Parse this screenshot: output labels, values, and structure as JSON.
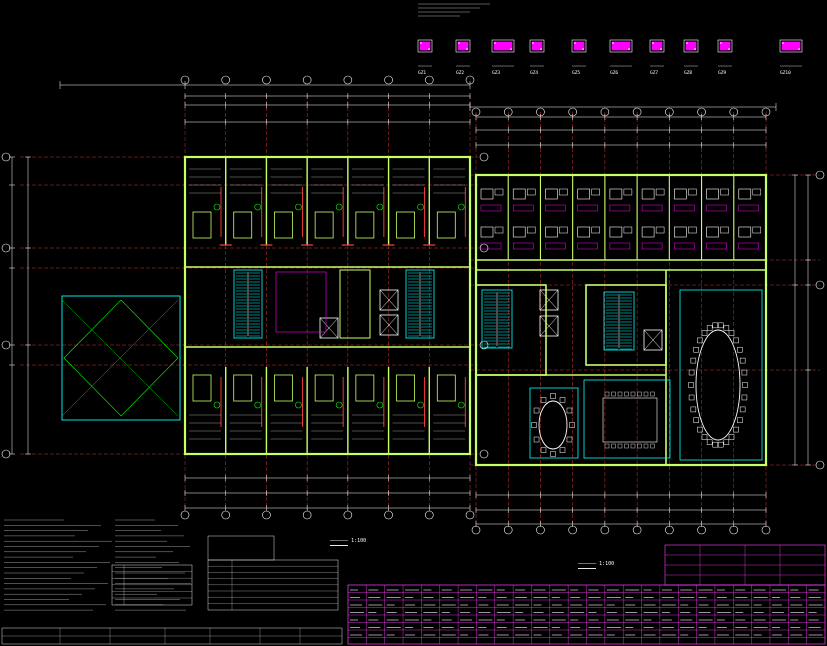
{
  "drawing": {
    "plan_titles": [
      {
        "id": "plan-left",
        "text": "1:100"
      },
      {
        "id": "plan-right",
        "text": "1:100"
      }
    ]
  },
  "colors": {
    "background": "#000000",
    "wall": "#c8ff64",
    "axis": "#00ff00",
    "grid": "#ff4040",
    "dimension": "#ffffff",
    "rebar": "#ff00ff",
    "furniture": "#ffffff",
    "glass": "#00ffff",
    "hatch_brick": "#ff8080",
    "note": "#e0e0e0",
    "table_line": "#ff40ff"
  },
  "columns_sections": [
    "GZ1",
    "GZ2",
    "GZ3",
    "GZ4",
    "GZ5",
    "GZ6",
    "GZ7",
    "GZ8",
    "GZ9",
    "GZ10"
  ],
  "icons": [
    "column-section-icon",
    "stair-icon",
    "elevator-icon",
    "conference-table-icon",
    "north-arrow-icon"
  ]
}
